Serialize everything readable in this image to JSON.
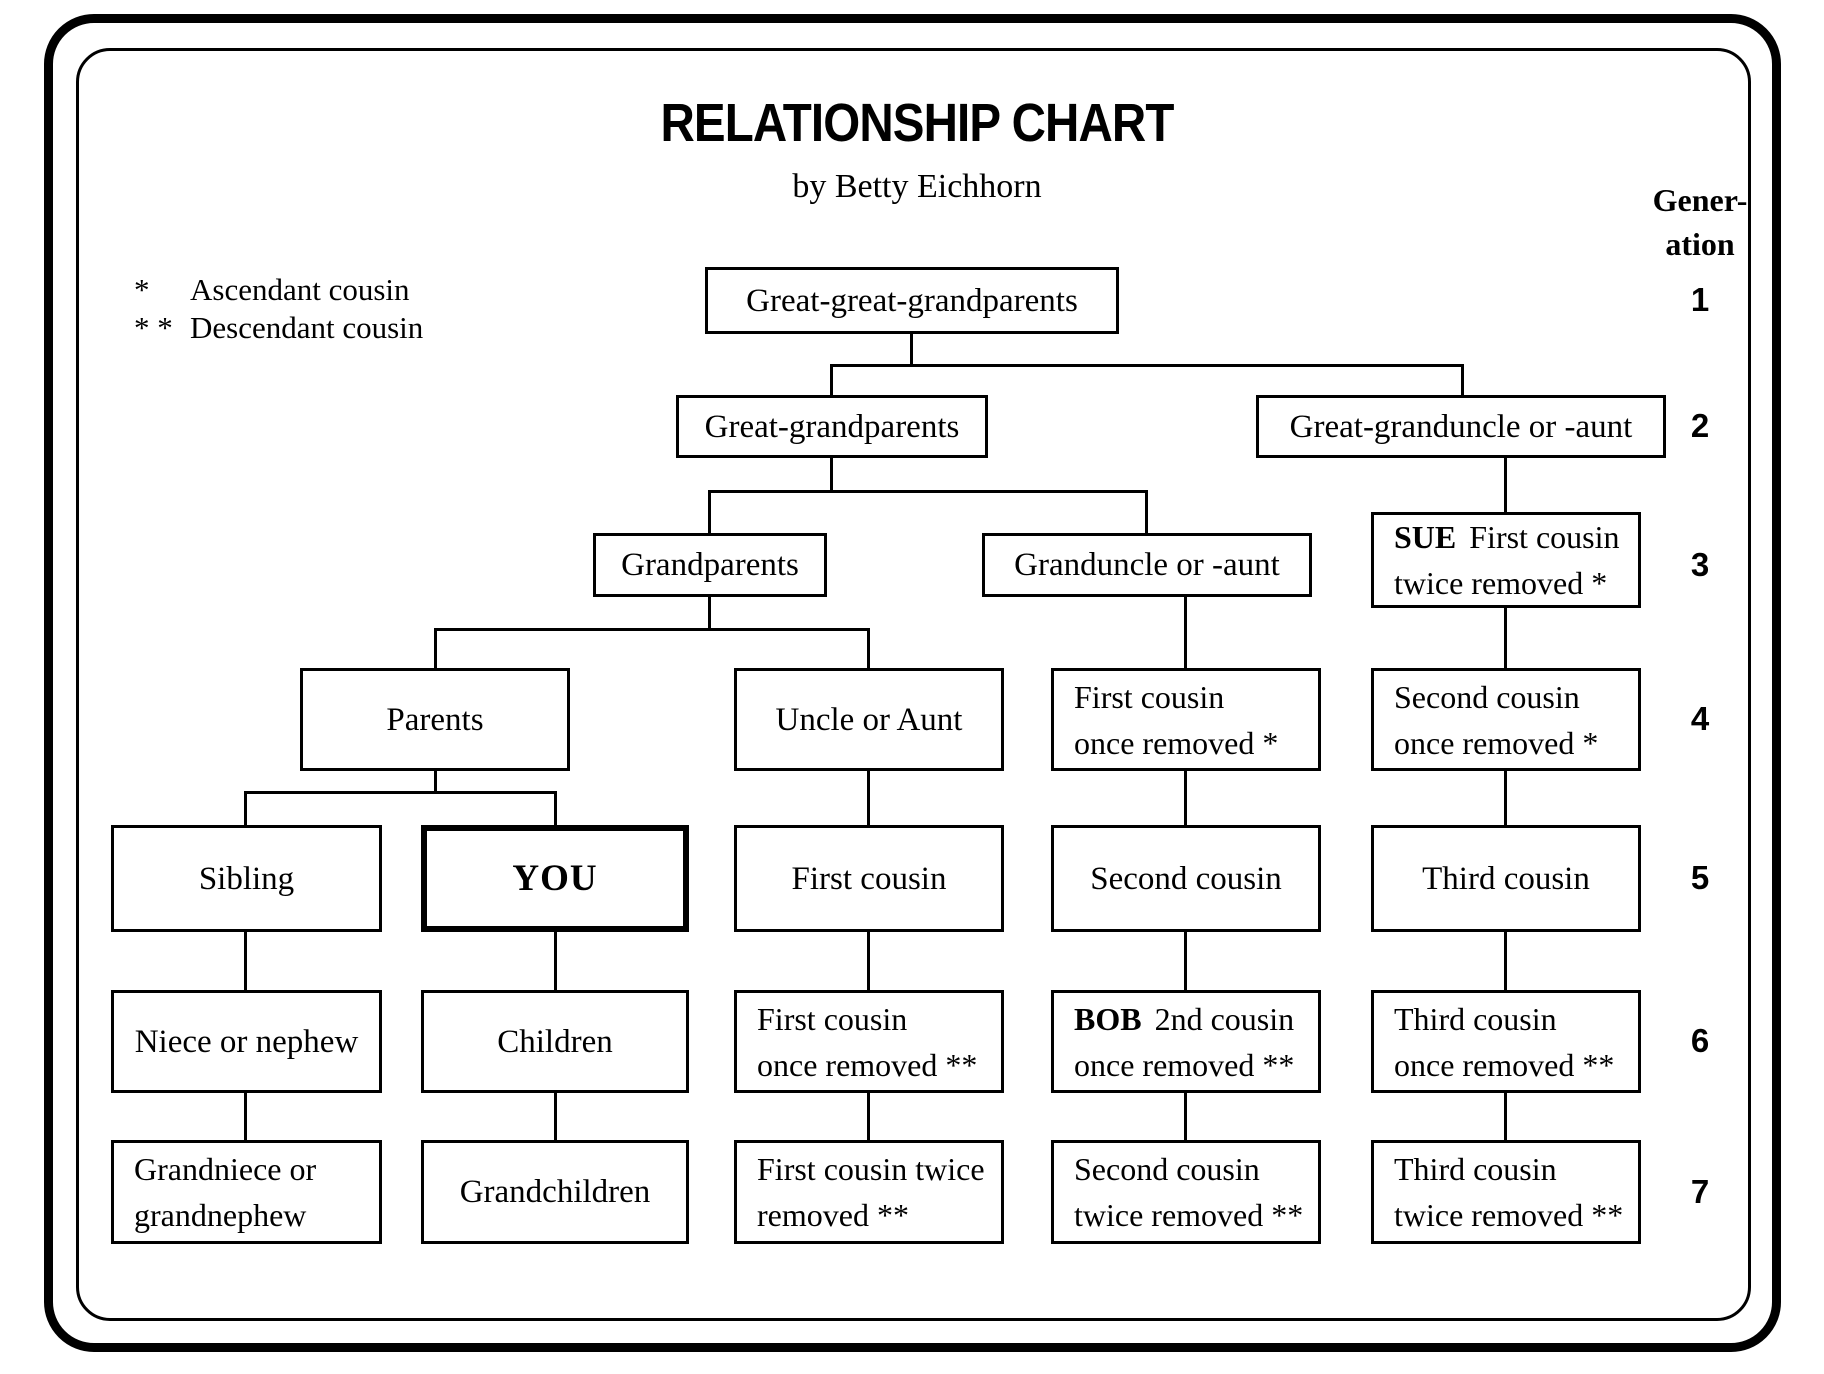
{
  "title": "RELATIONSHIP CHART",
  "subtitle": "by Betty Eichhorn",
  "legend": {
    "ascendant": {
      "symbol": "*",
      "label": "Ascendant cousin"
    },
    "descendant": {
      "symbol": "* *",
      "label": "Descendant cousin"
    }
  },
  "generation_header": {
    "line1": "Gener-",
    "line2": "ation"
  },
  "generation_numbers": [
    "1",
    "2",
    "3",
    "4",
    "5",
    "6",
    "7"
  ],
  "boxes": {
    "great_great_grandparents": {
      "label": "Great-great-grandparents"
    },
    "great_grandparents": {
      "label": "Great-grandparents"
    },
    "great_granduncle_or_aunt": {
      "label": "Great-granduncle or -aunt"
    },
    "grandparents": {
      "label": "Grandparents"
    },
    "granduncle_or_aunt": {
      "label": "Granduncle or -aunt"
    },
    "sue": {
      "person": "SUE",
      "line1": "First cousin",
      "line2": "twice removed *"
    },
    "parents": {
      "label": "Parents"
    },
    "uncle_or_aunt": {
      "label": "Uncle or Aunt"
    },
    "first_cousin_once_removed_asc": {
      "line1": "First cousin",
      "line2": "once removed *"
    },
    "second_cousin_once_removed_asc": {
      "line1": "Second cousin",
      "line2": "once removed *"
    },
    "sibling": {
      "label": "Sibling"
    },
    "you": {
      "label": "YOU"
    },
    "first_cousin": {
      "label": "First cousin"
    },
    "second_cousin": {
      "label": "Second cousin"
    },
    "third_cousin": {
      "label": "Third cousin"
    },
    "niece_or_nephew": {
      "label": "Niece or nephew"
    },
    "children": {
      "label": "Children"
    },
    "first_cousin_once_removed_desc": {
      "line1": "First cousin",
      "line2": "once removed **"
    },
    "bob": {
      "person": "BOB",
      "line1": "2nd cousin",
      "line2": "once removed **"
    },
    "third_cousin_once_removed_desc": {
      "line1": "Third cousin",
      "line2": "once removed **"
    },
    "grandniece_or_grandnephew": {
      "line1": "Grandniece or",
      "line2": "grandnephew"
    },
    "grandchildren": {
      "label": "Grandchildren"
    },
    "first_cousin_twice_removed_desc": {
      "line1": "First cousin twice",
      "line2": "removed **"
    },
    "second_cousin_twice_removed_desc": {
      "line1": "Second cousin",
      "line2": "twice removed **"
    },
    "third_cousin_twice_removed_desc": {
      "line1": "Third cousin",
      "line2": "twice removed **"
    }
  }
}
